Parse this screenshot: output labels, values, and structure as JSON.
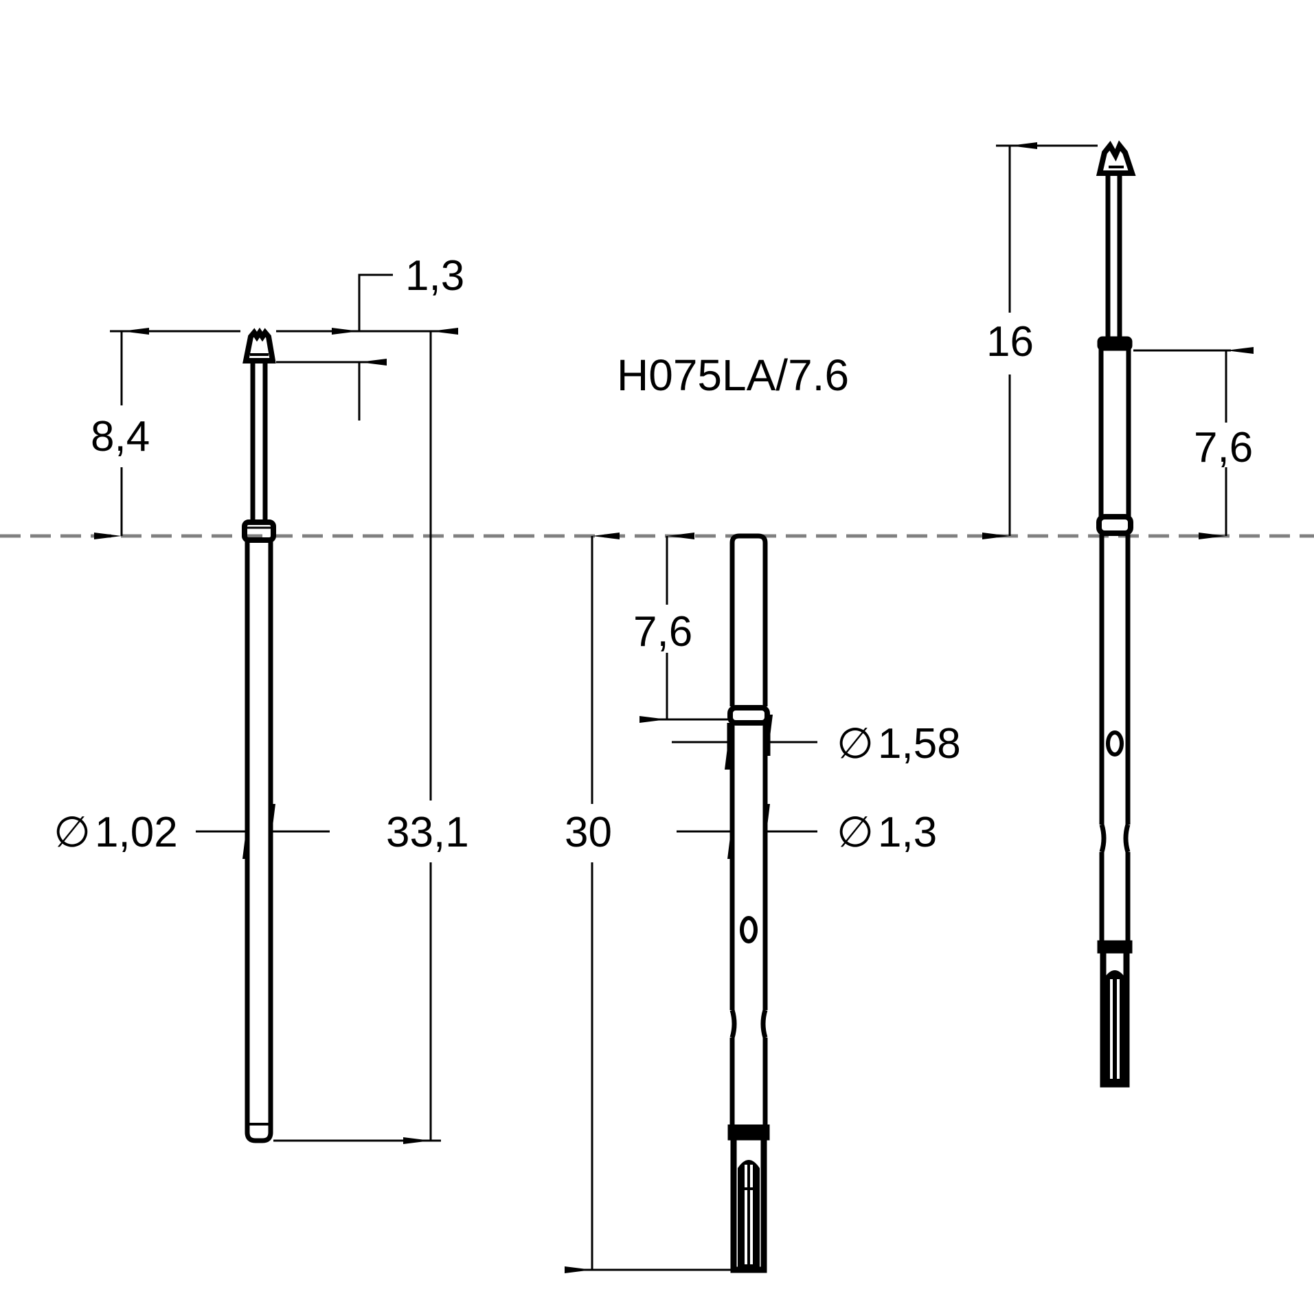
{
  "drawing": {
    "title": "H075LA/7.6",
    "line_color": "#000000",
    "centerline_color": "#808080",
    "background": "#ffffff",
    "diameter_symbol": "∅"
  },
  "parts": [
    {
      "name": "probe-left",
      "dimensions": {
        "tip_length": "1,3",
        "plunger_travel": "8,4",
        "overall_length": "33,1",
        "diameter": "1,02"
      }
    },
    {
      "name": "receptacle-middle",
      "dimensions": {
        "overall_length": "30",
        "collar_depth": "7,6",
        "collar_diameter": "1,58",
        "body_diameter": "1,3"
      },
      "marking": "0"
    },
    {
      "name": "probe-in-receptacle-right",
      "dimensions": {
        "tip_to_centerline": "16",
        "receptacle_above_centerline": "7,6"
      },
      "marking": "0"
    }
  ]
}
